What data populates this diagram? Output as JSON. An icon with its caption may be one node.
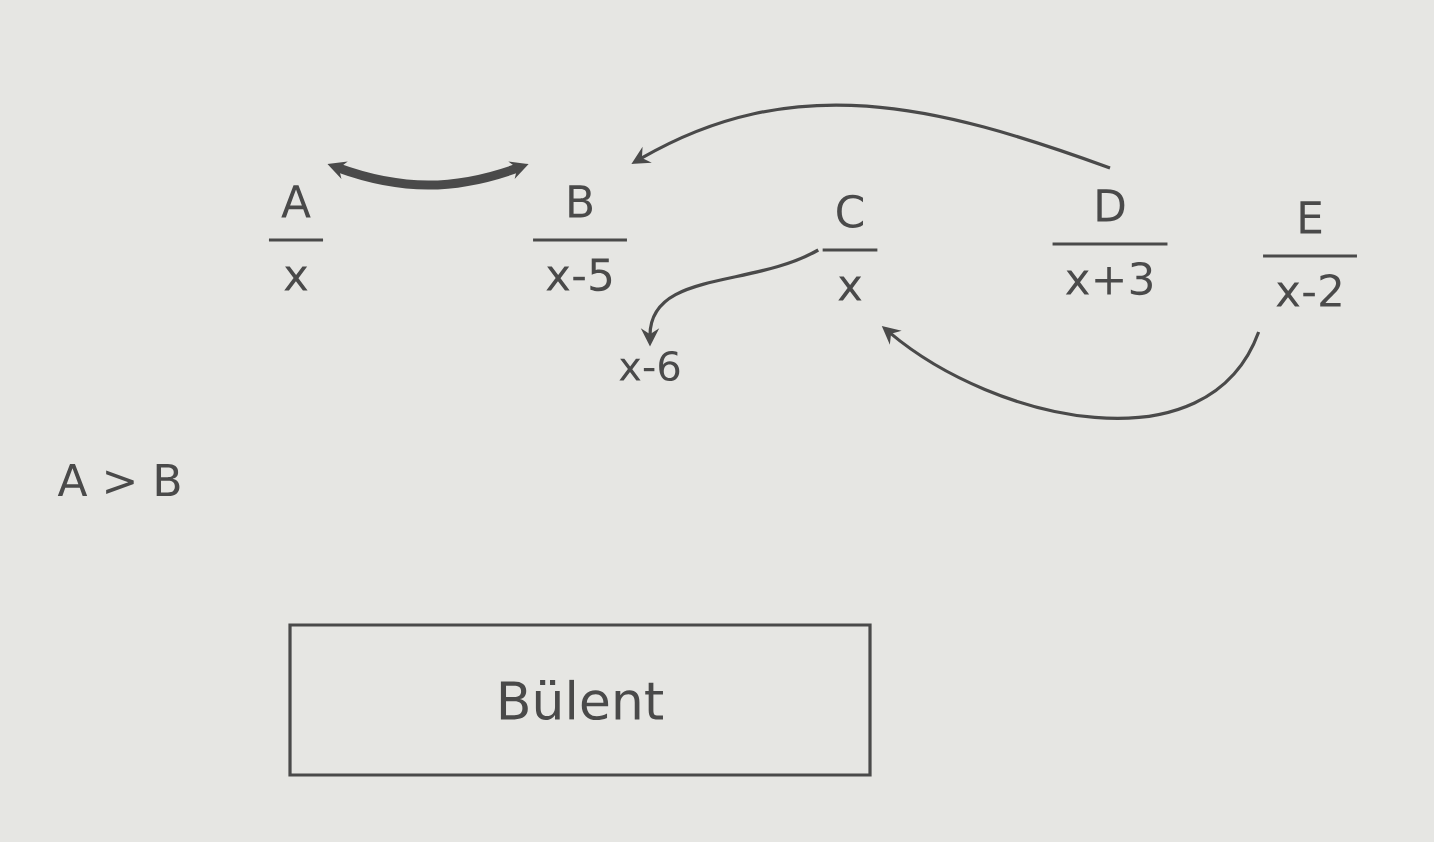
{
  "diagram": {
    "nodes": [
      {
        "text": [
          "A",
          "x"
        ]
      },
      {
        "text": [
          "B",
          "x-5"
        ]
      },
      {
        "text": [
          "C",
          "x"
        ]
      },
      {
        "text": [
          "D",
          "x+3"
        ]
      },
      {
        "text": [
          "E",
          "x-2"
        ]
      },
      {
        "text": [
          "x-6"
        ]
      },
      {
        "text": [
          "Bülent"
        ]
      }
    ],
    "edges": [
      {
        "from": 0,
        "to": 1,
        "arrow": "both",
        "style": "thick"
      },
      {
        "from": 3,
        "to": 1,
        "arrow": "to"
      },
      {
        "from": 2,
        "to": 5,
        "arrow": "to"
      },
      {
        "from": 4,
        "to": 2,
        "arrow": "to"
      }
    ],
    "labels": [
      "A > B"
    ]
  }
}
